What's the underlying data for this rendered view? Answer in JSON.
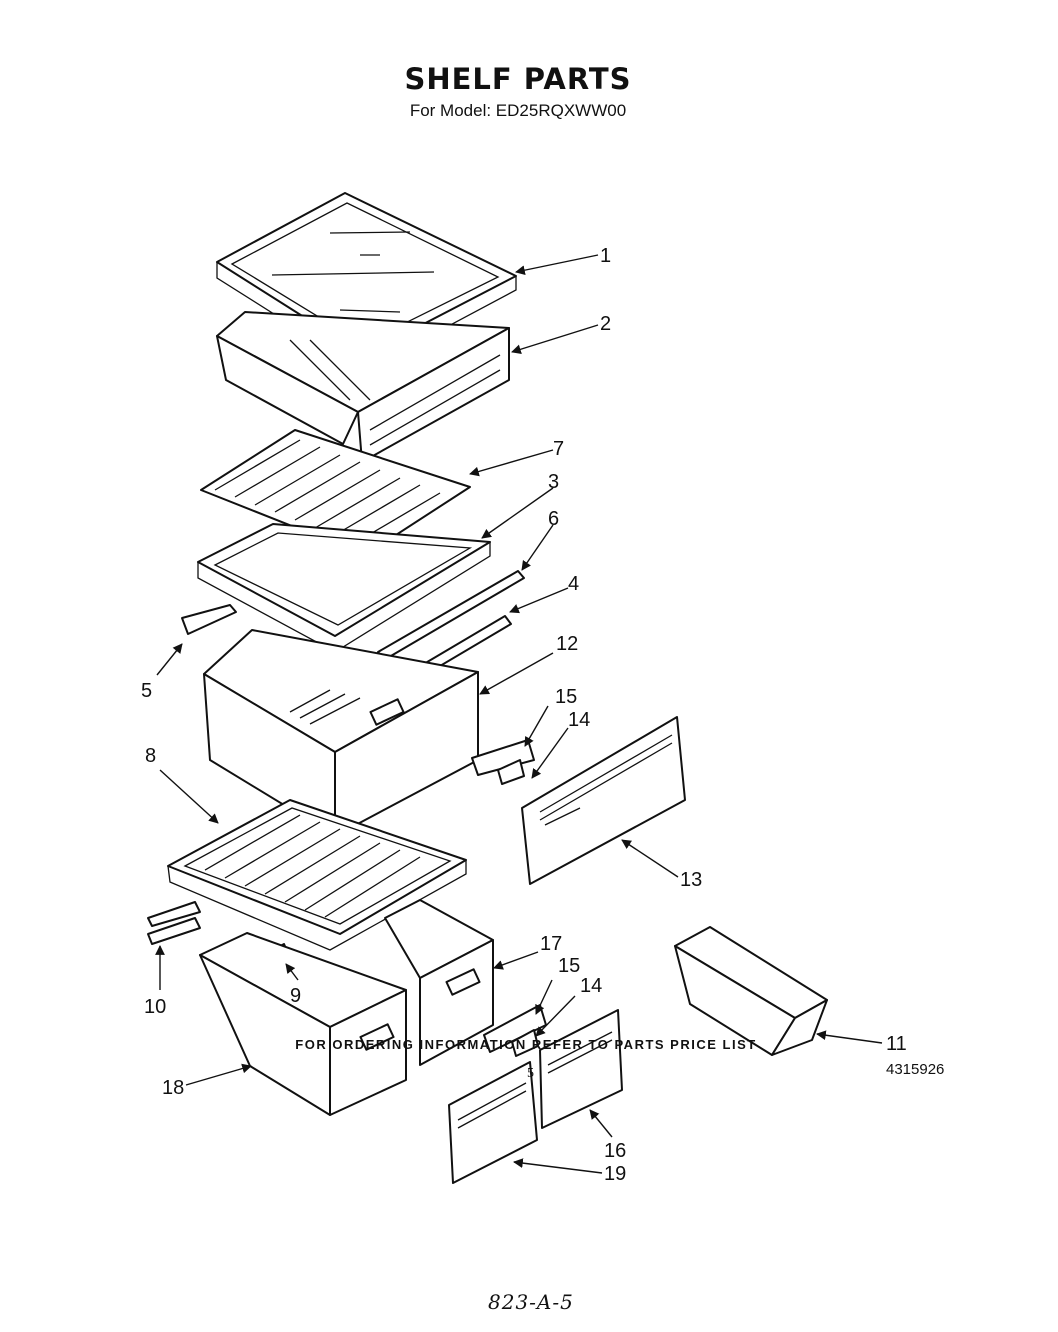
{
  "header": {
    "title": "SHELF PARTS",
    "subtitle": "For Model: ED25RQXWW00"
  },
  "callouts": [
    "1",
    "2",
    "7",
    "3",
    "6",
    "4",
    "12",
    "5",
    "15",
    "14",
    "8",
    "13",
    "17",
    "15",
    "14",
    "10",
    "9",
    "11",
    "18",
    "16",
    "19"
  ],
  "footer": {
    "ordering_note": "FOR ORDERING INFORMATION REFER TO PARTS PRICE LIST",
    "page_number": "5",
    "document_number": "4315926",
    "reference_code": "823-A-5"
  }
}
